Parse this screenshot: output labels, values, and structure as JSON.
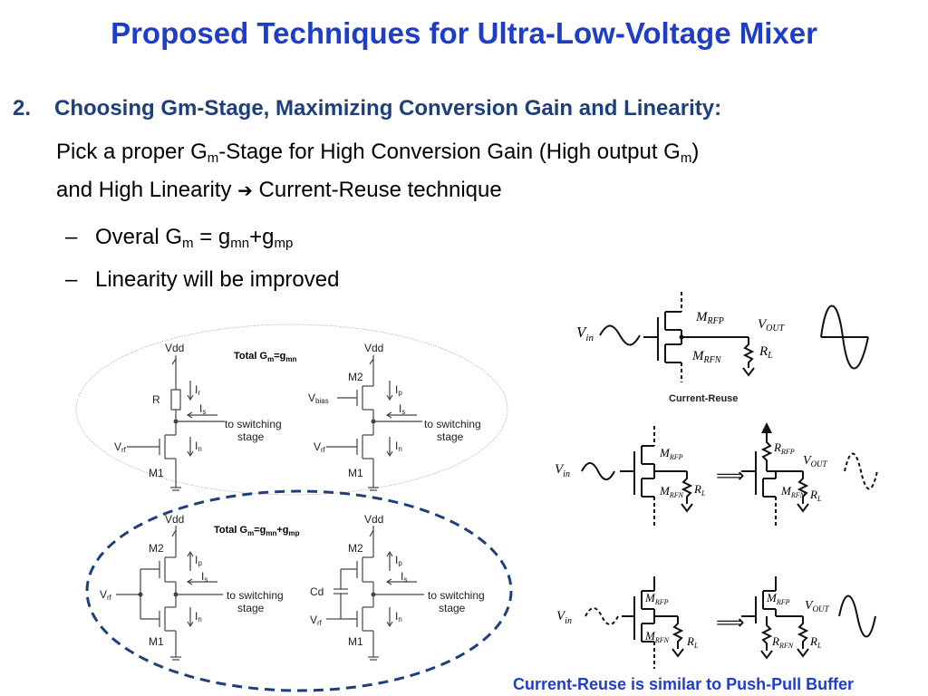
{
  "slide": {
    "title": "Proposed Techniques for Ultra-Low-Voltage Mixer",
    "heading": {
      "number": "2.",
      "text": "Choosing Gm-Stage, Maximizing Conversion Gain and Linearity:"
    },
    "para": {
      "t1": "Pick a proper G",
      "s1": "m",
      "t2": "-Stage for High Conversion Gain (High output G",
      "s2": "m",
      "t3": ")",
      "t4": "and High Linearity",
      "arrow": "➔",
      "t5": " Current-Reuse  technique"
    },
    "bullets": {
      "dash": "–",
      "b1": {
        "a": "Overal G",
        "s1": "m",
        "b": " = g",
        "s2": "mn",
        "c": "+g",
        "s3": "mp"
      },
      "b2": "Linearity will be improved"
    },
    "caption": "Current-Reuse is similar to Push-Pull Buffer"
  },
  "circuits": {
    "total1": {
      "a": "Total G",
      "s1": "m",
      "b": "=g",
      "s2": "mn"
    },
    "total2": {
      "a": "Total G",
      "s1": "m",
      "b": "=g",
      "s2": "mn",
      "c": "+g",
      "s3": "mp"
    },
    "vdd": "Vdd",
    "r": "R",
    "m1": "M1",
    "m2": "M2",
    "ir": "I",
    "ir_sub": "r",
    "is": "I",
    "is_sub": "s",
    "in": "I",
    "in_sub": "n",
    "ip": "I",
    "ip_sub": "p",
    "vrf": "V",
    "vrf_sub": "rf",
    "vbias": "V",
    "vbias_sub": "bias",
    "cd": "Cd",
    "switch1": "to switching",
    "switch2": "stage"
  },
  "reuse": {
    "vin_v": "V",
    "vin_s": "in",
    "vout_v": "V",
    "vout_s": "OUT",
    "mrfp_m": "M",
    "mrfp_s": "RFP",
    "mrfn_m": "M",
    "mrfn_s": "RFN",
    "rl_r": "R",
    "rl_s": "L",
    "rrfp_r": "R",
    "rrfp_s": "RFP",
    "rrfn_r": "R",
    "rrfn_s": "RFN",
    "label": "Current-Reuse",
    "arrow": "⟹"
  }
}
